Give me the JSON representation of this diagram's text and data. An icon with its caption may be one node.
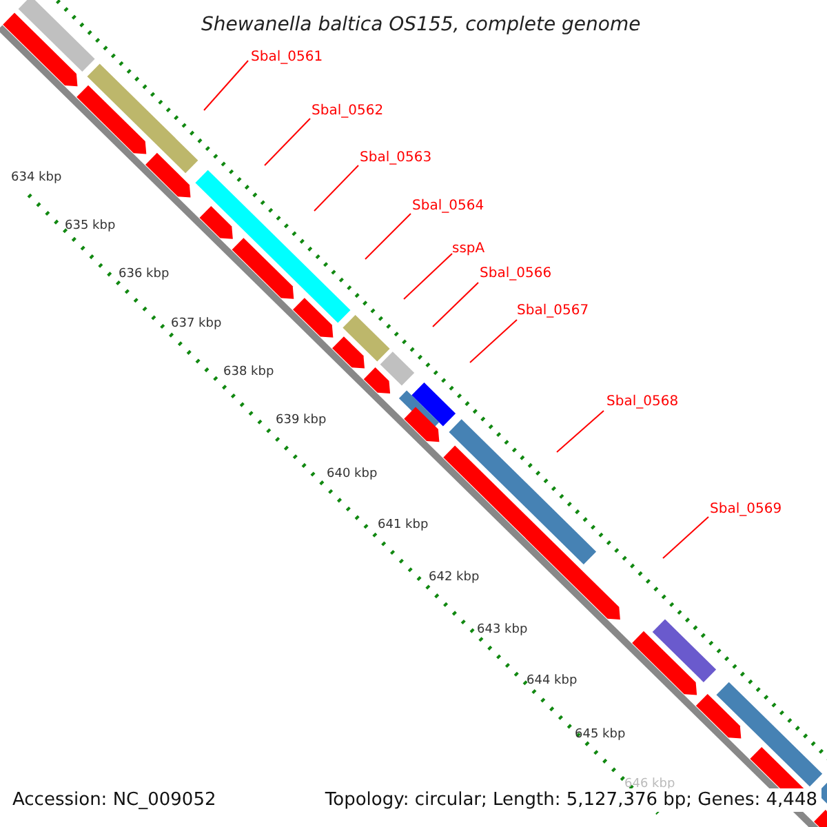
{
  "diagram": {
    "title": "Shewanella baltica OS155, complete genome",
    "nodes": [
      {
        "text": [
          "Sbal_0561"
        ]
      },
      {
        "text": [
          "Sbal_0562"
        ]
      },
      {
        "text": [
          "Sbal_0563"
        ]
      },
      {
        "text": [
          "Sbal_0564"
        ]
      },
      {
        "text": [
          "sspA"
        ]
      },
      {
        "text": [
          "Sbal_0566"
        ]
      },
      {
        "text": [
          "Sbal_0567"
        ]
      },
      {
        "text": [
          "Sbal_0568"
        ]
      },
      {
        "text": [
          "Sbal_0569"
        ]
      }
    ],
    "edges": [
      {
        "from": 0,
        "to": null,
        "arrow": "none"
      },
      {
        "from": 1,
        "to": null,
        "arrow": "none"
      },
      {
        "from": 2,
        "to": null,
        "arrow": "none"
      },
      {
        "from": 3,
        "to": null,
        "arrow": "none"
      },
      {
        "from": 4,
        "to": null,
        "arrow": "none"
      },
      {
        "from": 5,
        "to": null,
        "arrow": "none"
      },
      {
        "from": 6,
        "to": null,
        "arrow": "none"
      },
      {
        "from": 7,
        "to": null,
        "arrow": "none"
      },
      {
        "from": 8,
        "to": null,
        "arrow": "none"
      }
    ],
    "labels": [
      "634 kbp",
      "635 kbp",
      "636 kbp",
      "637 kbp",
      "638 kbp",
      "639 kbp",
      "640 kbp",
      "641 kbp",
      "642 kbp",
      "643 kbp",
      "644 kbp",
      "645 kbp",
      "646 kbp",
      "Accession: NC_009052",
      "Topology: circular; Length: 5,127,376 bp; Genes: 4,448"
    ]
  }
}
